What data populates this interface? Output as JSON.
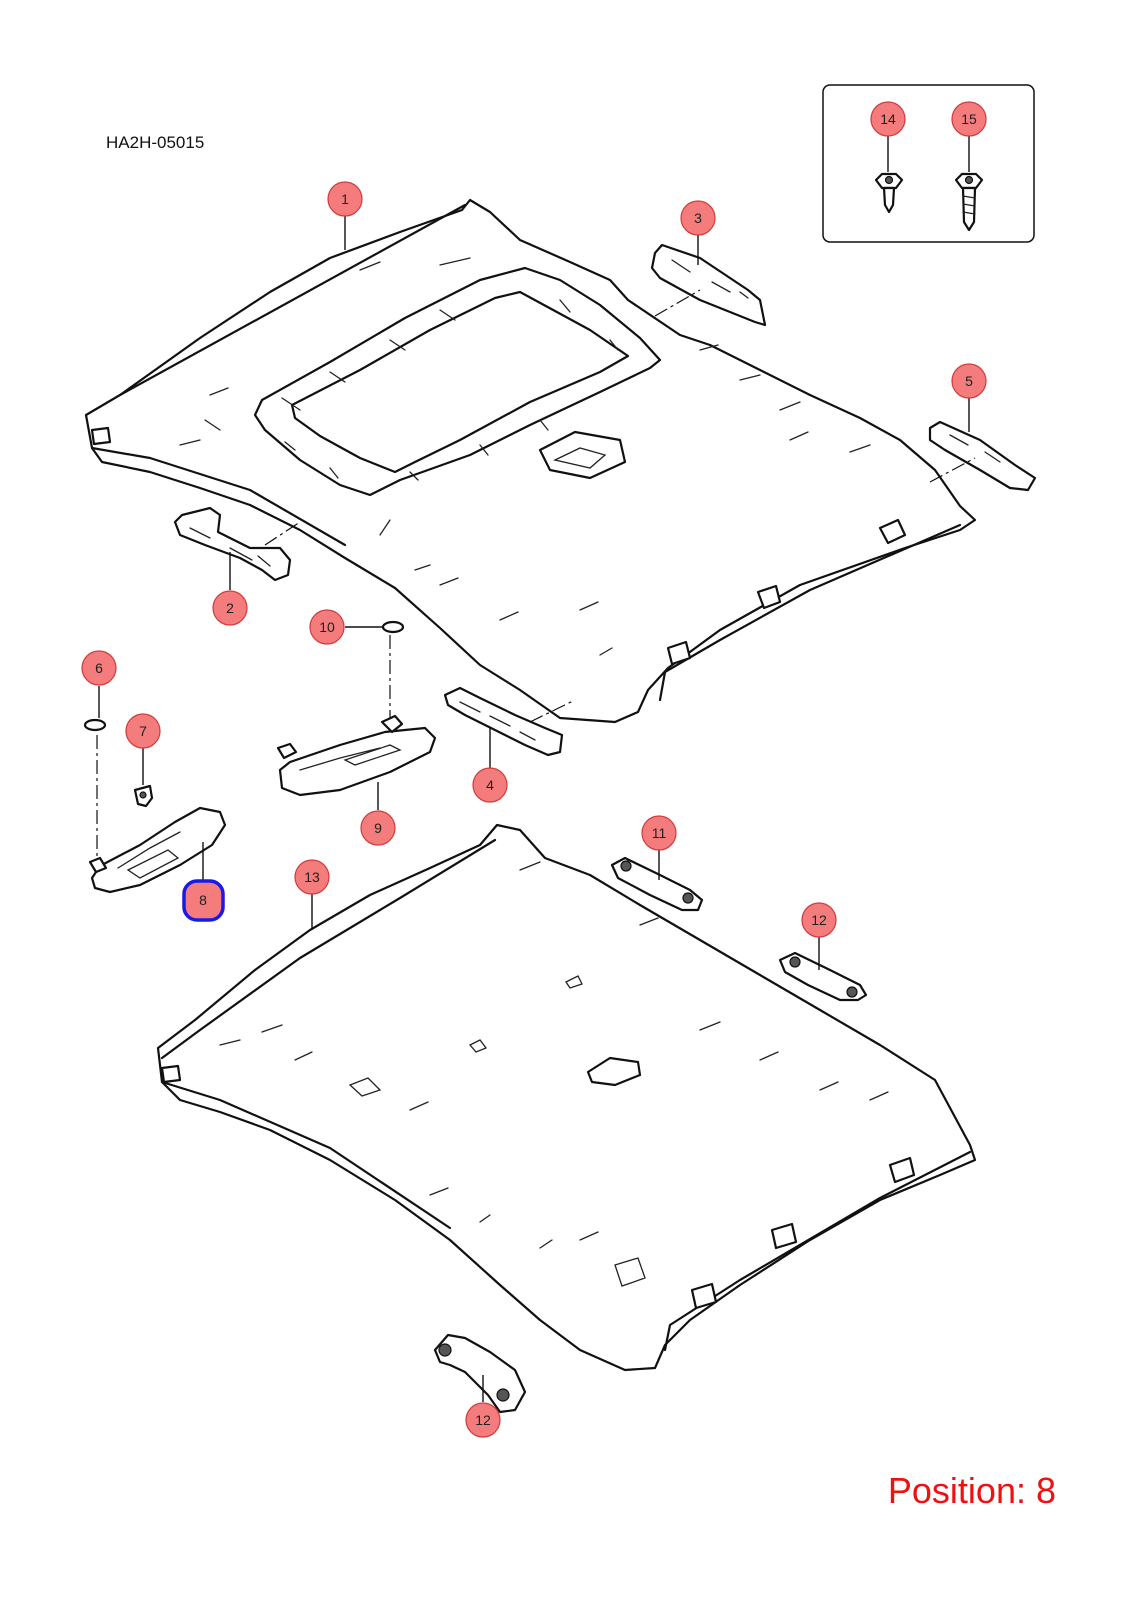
{
  "diagram_code": "HA2H-05015",
  "position_label": "Position: 8",
  "selected_callout": "8",
  "callouts": {
    "c1": "1",
    "c2": "2",
    "c3": "3",
    "c4": "4",
    "c5": "5",
    "c6": "6",
    "c7": "7",
    "c8": "8",
    "c9": "9",
    "c10": "10",
    "c11": "11",
    "c12a": "12",
    "c12b": "12",
    "c13": "13",
    "c14": "14",
    "c15": "15"
  },
  "colors": {
    "callout": "#f47c7c",
    "selected_outline": "#1a1ae6",
    "position_text": "#ee1111"
  }
}
